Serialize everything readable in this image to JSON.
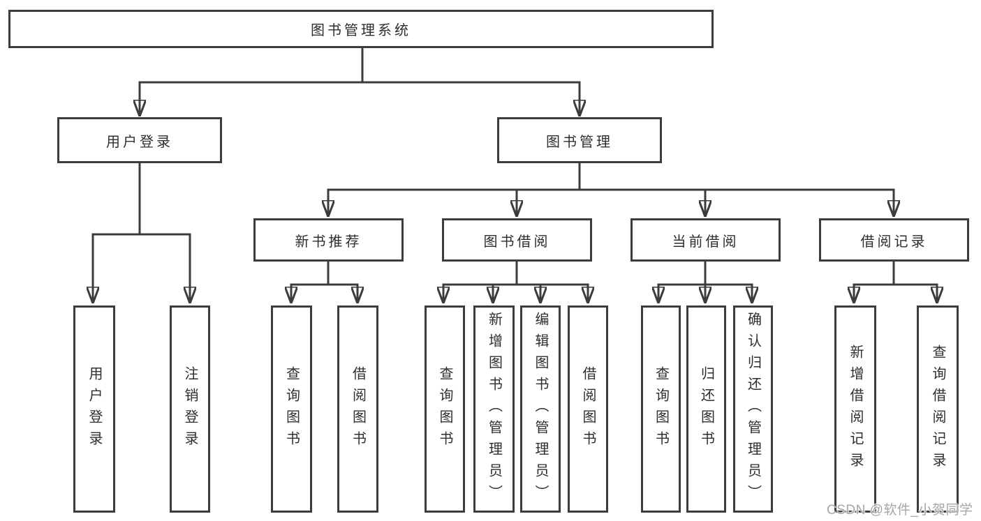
{
  "colors": {
    "background": "#ffffff",
    "line": "#3c3c3c",
    "box_border": "#3c3c3c",
    "text": "#2e2e2e",
    "watermark_text": "#a6a6a6"
  },
  "root": {
    "label": "图书管理系统"
  },
  "user_login": {
    "label": "用户登录",
    "children": [
      {
        "label": "用户登录"
      },
      {
        "label": "注销登录"
      }
    ]
  },
  "book_mgmt": {
    "label": "图书管理",
    "sections": [
      {
        "label": "新书推荐",
        "children": [
          {
            "label": "查询图书"
          },
          {
            "label": "借阅图书"
          }
        ]
      },
      {
        "label": "图书借阅",
        "children": [
          {
            "label": "查询图书"
          },
          {
            "label": "新增图书（管理员）"
          },
          {
            "label": "编辑图书（管理员）"
          },
          {
            "label": "借阅图书"
          }
        ]
      },
      {
        "label": "当前借阅",
        "children": [
          {
            "label": "查询图书"
          },
          {
            "label": "归还图书"
          },
          {
            "label": "确认归还（管理员）"
          }
        ]
      },
      {
        "label": "借阅记录",
        "children": [
          {
            "label": "新增借阅记录"
          },
          {
            "label": "查询借阅记录"
          }
        ]
      }
    ]
  },
  "watermark": {
    "text": "CSDN @软件_小贺同学"
  }
}
